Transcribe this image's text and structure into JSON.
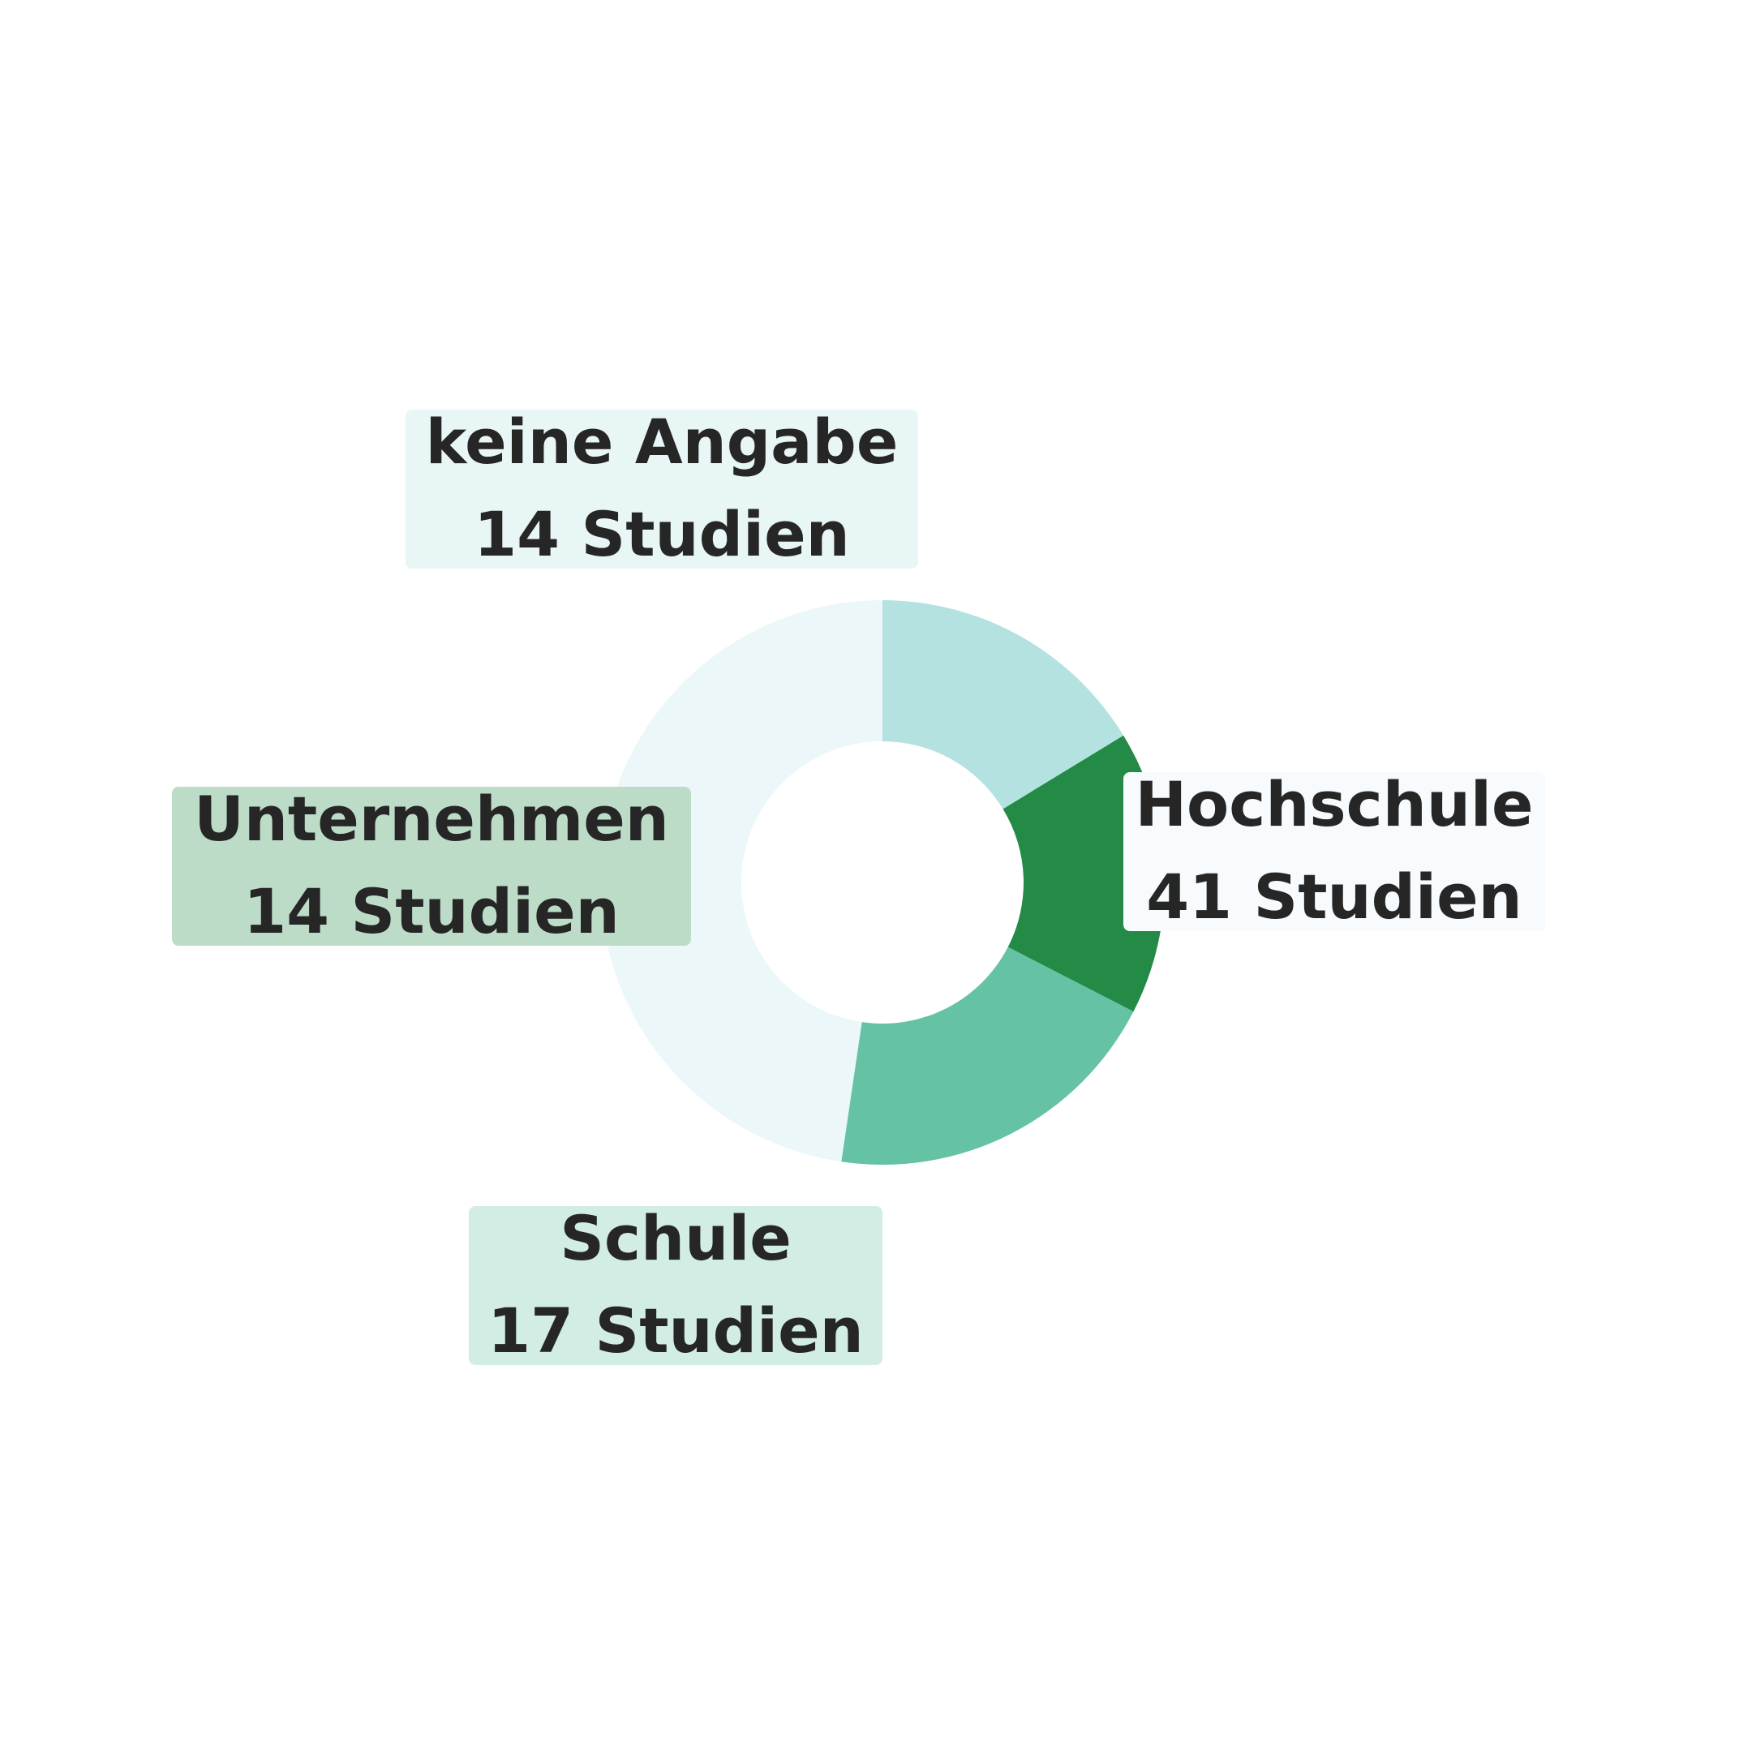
{
  "chart_data": {
    "type": "pie",
    "variant": "donut",
    "start_angle_deg": 90,
    "direction": "counterclockwise",
    "slices": [
      {
        "label": "Hochschule",
        "value": 41,
        "value_text": "41 Studien",
        "color": "#ecf7f9",
        "label_bg": "#f7fbfd"
      },
      {
        "label": "Schule",
        "value": 17,
        "value_text": "17 Studien",
        "color": "#66c2a5",
        "label_bg": "#d2ede3"
      },
      {
        "label": "Unternehmen",
        "value": 14,
        "value_text": "14 Studien",
        "color": "#238b45",
        "label_bg": "#bddcc8"
      },
      {
        "label": "keine Angabe",
        "value": 14,
        "value_text": "14 Studien",
        "color": "#b3e2e1",
        "label_bg": "#e8f6f5"
      }
    ]
  }
}
